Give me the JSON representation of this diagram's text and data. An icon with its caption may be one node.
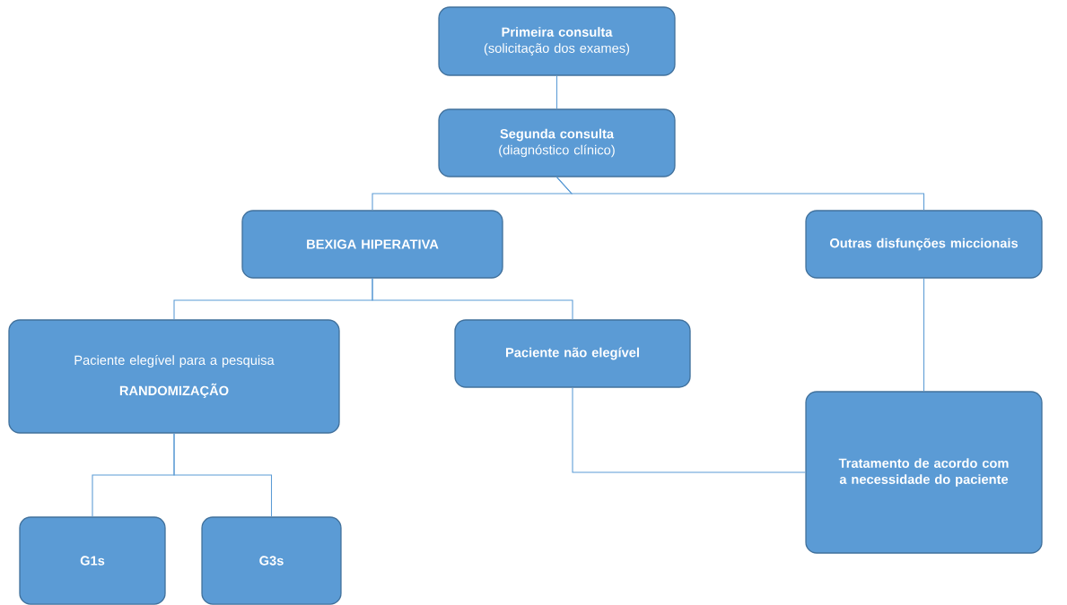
{
  "diagram": {
    "nodes": [
      {
        "text": [
          "Primeira consulta",
          "(solicitação dos exames)"
        ]
      },
      {
        "text": [
          "Segunda consulta",
          "(diagnóstico clínico)"
        ]
      },
      {
        "text": [
          "BEXIGA HIPERATIVA"
        ]
      },
      {
        "text": [
          "Outras disfunções miccionais"
        ]
      },
      {
        "text": [
          "Paciente elegível para a pesquisa",
          "RANDOMIZAÇÃO"
        ]
      },
      {
        "text": [
          "Paciente não elegível"
        ]
      },
      {
        "text": [
          "Tratamento de acordo com a necessidade do paciente"
        ]
      },
      {
        "text": [
          "G1s"
        ]
      },
      {
        "text": [
          "G3s"
        ]
      }
    ],
    "edges": [
      {
        "from": 0,
        "to": 1,
        "arrow": "none"
      },
      {
        "from": 1,
        "to": 2,
        "arrow": "none"
      },
      {
        "from": 1,
        "to": 3,
        "arrow": "none"
      },
      {
        "from": 2,
        "to": 4,
        "arrow": "none"
      },
      {
        "from": 2,
        "to": 5,
        "arrow": "none"
      },
      {
        "from": 3,
        "to": 6,
        "arrow": "none"
      },
      {
        "from": 5,
        "to": 6,
        "arrow": "none"
      },
      {
        "from": 4,
        "to": 7,
        "arrow": "none"
      },
      {
        "from": 4,
        "to": 8,
        "arrow": "none"
      }
    ]
  }
}
